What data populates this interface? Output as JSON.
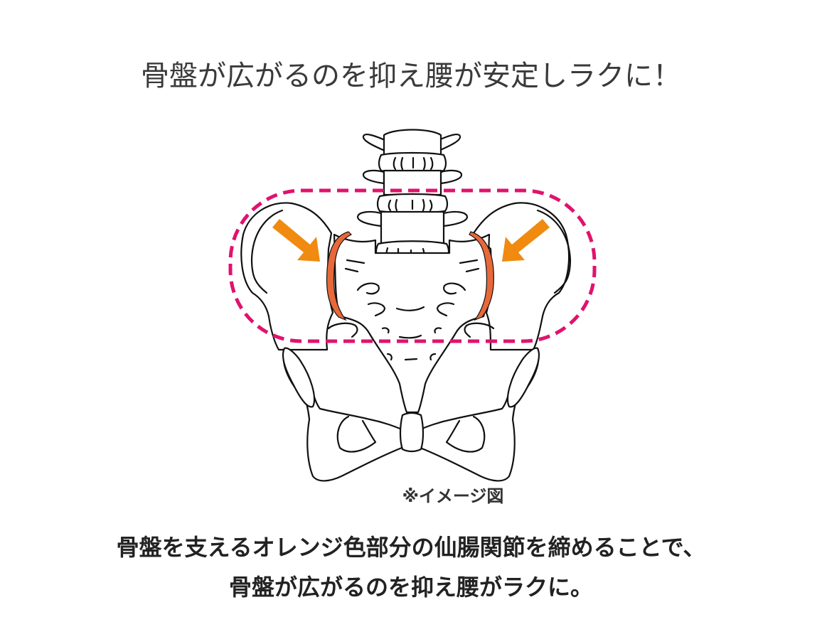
{
  "headline": "骨盤が広がるのを抑え腰が安定しラクに！",
  "illustration": {
    "subject": "pelvis-and-lumbar-spine",
    "note": "※イメージ図",
    "highlight_region": "sacroiliac-joints",
    "colors": {
      "outline": "#111111",
      "dashed_frame": "#e0126e",
      "arrow": "#f08a10",
      "joint_highlight": "#e8683a"
    }
  },
  "caption": {
    "line1": "骨盤を支えるオレンジ色部分の仙腸関節を締めることで、",
    "line2": "骨盤が広がるのを抑え腰がラクに。"
  }
}
